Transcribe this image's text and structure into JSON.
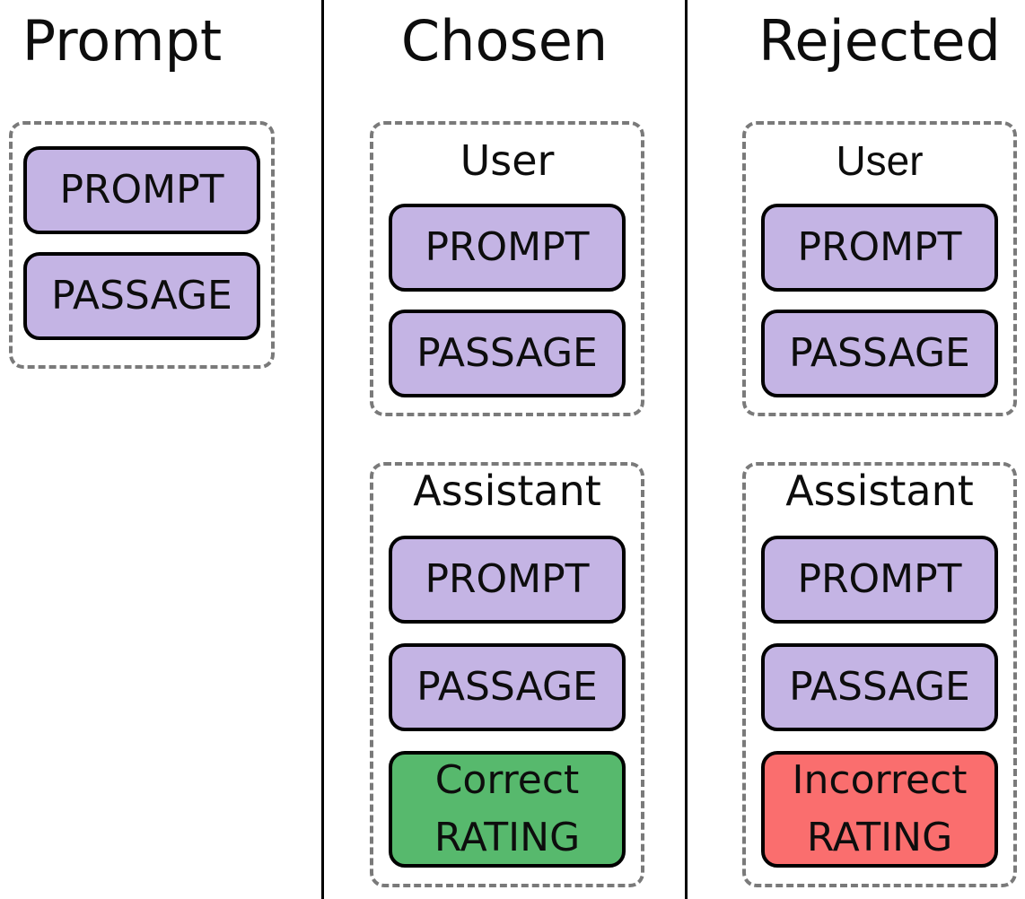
{
  "colors": {
    "background": "#ffffff",
    "divider": "#000000",
    "dashed_border": "#7a7a7a",
    "chip_border": "#000000",
    "chip_purple": "#c4b4e4",
    "chip_green": "#57b96d",
    "chip_red": "#fa6e6e",
    "text": "#0d0d0d"
  },
  "columns": {
    "prompt": {
      "title": "Prompt",
      "boxes": {
        "prompt": "PROMPT",
        "passage": "PASSAGE"
      }
    },
    "chosen": {
      "title": "Chosen",
      "user": {
        "label": "User",
        "boxes": {
          "prompt": "PROMPT",
          "passage": "PASSAGE"
        }
      },
      "assistant": {
        "label": "Assistant",
        "boxes": {
          "prompt": "PROMPT",
          "passage": "PASSAGE"
        },
        "rating": {
          "line1": "Correct",
          "line2": "RATING"
        }
      }
    },
    "rejected": {
      "title": "Rejected",
      "user": {
        "label": "User",
        "boxes": {
          "prompt": "PROMPT",
          "passage": "PASSAGE"
        }
      },
      "assistant": {
        "label": "Assistant",
        "boxes": {
          "prompt": "PROMPT",
          "passage": "PASSAGE"
        },
        "rating": {
          "line1": "Incorrect",
          "line2": "RATING"
        }
      }
    }
  }
}
